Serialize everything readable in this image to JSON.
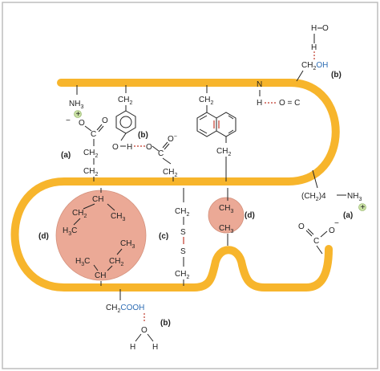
{
  "colors": {
    "backbone": "#F7B52C",
    "backbone_edge": "#E39E12",
    "blob": "#EBA996",
    "blob_edge": "#D4917C",
    "disulfide": "#C0392B",
    "blue": "#2E6DB4",
    "charge_fill": "#C9E0A4"
  },
  "labels": {
    "a": "(a)",
    "b": "(b)",
    "c": "(c)",
    "d": "(d)"
  },
  "chem": {
    "H": "H",
    "O": "O",
    "N": "N",
    "C": "C",
    "CH": "CH",
    "CH2": "CH",
    "CH3": "CH",
    "H3C": "H",
    "NH3": "NH",
    "sub2": "2",
    "sub3": "3",
    "S": "S",
    "OH": "OH",
    "COOH": "COOH",
    "ch2oh_prefix": "CH",
    "ch2cooh_prefix": "CH",
    "oeqc": "O = C",
    "hdash": "H -",
    "phenol_o": "O",
    "phenol_h": "H",
    "coo_minus": "−",
    "plus": "+",
    "minus": "−",
    "lys_chain": "(CH",
    "lys_chain_tail": ")4",
    "lys_nh3": "NH"
  }
}
